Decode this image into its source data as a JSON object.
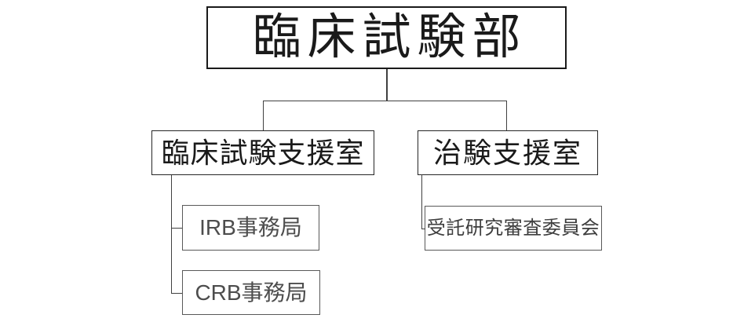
{
  "org_chart": {
    "type": "organization-chart",
    "root": {
      "label": "臨床試験部"
    },
    "children": [
      {
        "label": "臨床試験支援室",
        "children": [
          {
            "label": "IRB事務局"
          },
          {
            "label": "CRB事務局"
          }
        ]
      },
      {
        "label": "治験支援室",
        "children": [
          {
            "label": "受託研究審査委員会"
          }
        ]
      }
    ]
  },
  "colors": {
    "background": "#ffffff",
    "connector_line": "#404040",
    "border_root": "#1a1a1a",
    "border_level2": "#262626",
    "border_level3": "#595959",
    "text_dark": "#1a1a1a",
    "text_gray": "#4d4d4d"
  }
}
